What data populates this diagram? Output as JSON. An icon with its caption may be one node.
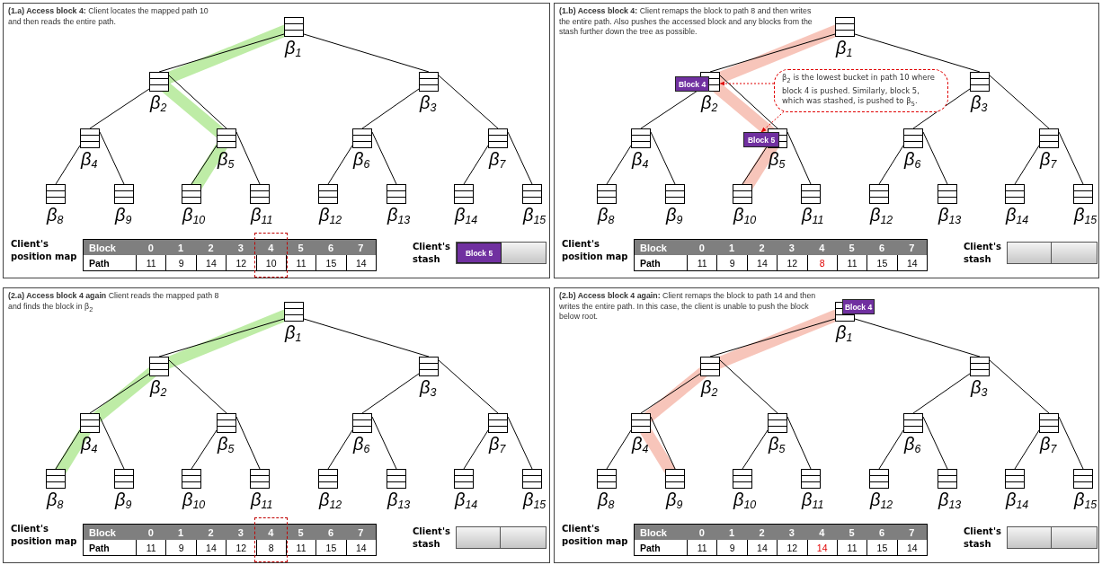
{
  "diagram": {
    "nodes": [
      {
        "text": [
          "**(1.a) Access block 4:** Client locates the mapped path 10 and then reads the entire path."
        ]
      },
      {
        "text": [],
        "shape": "box",
        "in": 0,
        "beside": [
          "β$_{1}$"
        ]
      },
      {
        "text": [],
        "shape": "box",
        "in": 0,
        "beside": [
          "β$_{2}$"
        ]
      },
      {
        "text": [],
        "shape": "box",
        "in": 0,
        "beside": [
          "β$_{3}$"
        ]
      },
      {
        "text": [],
        "shape": "box",
        "in": 0,
        "beside": [
          "β$_{4}$"
        ]
      },
      {
        "text": [],
        "shape": "box",
        "in": 0,
        "beside": [
          "β$_{5}$"
        ]
      },
      {
        "text": [],
        "shape": "box",
        "in": 0,
        "beside": [
          "β$_{6}$"
        ]
      },
      {
        "text": [],
        "shape": "box",
        "in": 0,
        "beside": [
          "β$_{7}$"
        ]
      },
      {
        "text": [],
        "shape": "box",
        "in": 0,
        "beside": [
          "β$_{8}$"
        ]
      },
      {
        "text": [],
        "shape": "box",
        "in": 0,
        "beside": [
          "β$_{9}$"
        ]
      },
      {
        "text": [],
        "shape": "box",
        "in": 0,
        "beside": [
          "β$_{10}$"
        ]
      },
      {
        "text": [],
        "shape": "box",
        "in": 0,
        "beside": [
          "β$_{11}$"
        ]
      },
      {
        "text": [],
        "shape": "box",
        "in": 0,
        "beside": [
          "β$_{12}$"
        ]
      },
      {
        "text": [],
        "shape": "box",
        "in": 0,
        "beside": [
          "β$_{13}$"
        ]
      },
      {
        "text": [],
        "shape": "box",
        "in": 0,
        "beside": [
          "β$_{14}$"
        ]
      },
      {
        "text": [],
        "shape": "box",
        "in": 0,
        "beside": [
          "β$_{15}$"
        ]
      },
      {
        "text": [
          "Block",
          "0",
          "1",
          "2",
          "3",
          "4",
          "5",
          "6",
          "7",
          "Path",
          "11",
          "9",
          "14",
          "12",
          "10",
          "11",
          "15",
          "14"
        ],
        "in": 0,
        "beside": [
          "Client's position map"
        ]
      },
      {
        "text": [],
        "shape": "box",
        "in": 0,
        "beside": [
          "Client's stash"
        ]
      },
      {
        "text": [
          "Block 5"
        ],
        "in": 17
      },
      {
        "text": [
          "**(1.b) Access block 4:** Client remaps the block to path 8 and then writes the entire path. Also pushes the accessed block and any blocks from the stash further down the tree as possible."
        ]
      },
      {
        "text": [],
        "shape": "box",
        "in": 19,
        "beside": [
          "β$_{1}$"
        ]
      },
      {
        "text": [],
        "shape": "box",
        "in": 19,
        "beside": [
          "β$_{2}$"
        ]
      },
      {
        "text": [],
        "shape": "box",
        "in": 19,
        "beside": [
          "β$_{3}$"
        ]
      },
      {
        "text": [],
        "shape": "box",
        "in": 19,
        "beside": [
          "β$_{4}$"
        ]
      },
      {
        "text": [],
        "shape": "box",
        "in": 19,
        "beside": [
          "β$_{5}$"
        ]
      },
      {
        "text": [],
        "shape": "box",
        "in": 19,
        "beside": [
          "β$_{6}$"
        ]
      },
      {
        "text": [],
        "shape": "box",
        "in": 19,
        "beside": [
          "β$_{7}$"
        ]
      },
      {
        "text": [],
        "shape": "box",
        "in": 19,
        "beside": [
          "β$_{8}$"
        ]
      },
      {
        "text": [],
        "shape": "box",
        "in": 19,
        "beside": [
          "β$_{9}$"
        ]
      },
      {
        "text": [],
        "shape": "box",
        "in": 19,
        "beside": [
          "β$_{10}$"
        ]
      },
      {
        "text": [],
        "shape": "box",
        "in": 19,
        "beside": [
          "β$_{11}$"
        ]
      },
      {
        "text": [],
        "shape": "box",
        "in": 19,
        "beside": [
          "β$_{12}$"
        ]
      },
      {
        "text": [],
        "shape": "box",
        "in": 19,
        "beside": [
          "β$_{13}$"
        ]
      },
      {
        "text": [],
        "shape": "box",
        "in": 19,
        "beside": [
          "β$_{14}$"
        ]
      },
      {
        "text": [],
        "shape": "box",
        "in": 19,
        "beside": [
          "β$_{15}$"
        ]
      },
      {
        "text": [
          "Block 4"
        ],
        "in": 19
      },
      {
        "text": [
          "Block 5"
        ],
        "in": 19
      },
      {
        "text": [
          "β$_{2}$ is the lowest bucket in path 10 where block 4 is pushed. Similarly, block 5, which was stashed, is pushed to β$_{5}$."
        ],
        "in": 19
      },
      {
        "text": [
          "Block",
          "0",
          "1",
          "2",
          "3",
          "4",
          "5",
          "6",
          "7",
          "Path",
          "11",
          "9",
          "14",
          "12",
          "8",
          "11",
          "15",
          "14"
        ],
        "in": 19,
        "beside": [
          "Client's position map"
        ]
      },
      {
        "text": [],
        "shape": "box",
        "in": 19,
        "beside": [
          "Client's stash"
        ]
      },
      {
        "text": [
          "**(2.a) Access block 4 again** Client reads the mapped path 8 and finds the block in β$_{2}$"
        ]
      },
      {
        "text": [],
        "shape": "box",
        "in": 40,
        "beside": [
          "β$_{1}$"
        ]
      },
      {
        "text": [],
        "shape": "box",
        "in": 40,
        "beside": [
          "β$_{2}$"
        ]
      },
      {
        "text": [],
        "shape": "box",
        "in": 40,
        "beside": [
          "β$_{3}$"
        ]
      },
      {
        "text": [],
        "shape": "box",
        "in": 40,
        "beside": [
          "β$_{4}$"
        ]
      },
      {
        "text": [],
        "shape": "box",
        "in": 40,
        "beside": [
          "β$_{5}$"
        ]
      },
      {
        "text": [],
        "shape": "box",
        "in": 40,
        "beside": [
          "β$_{6}$"
        ]
      },
      {
        "text": [],
        "shape": "box",
        "in": 40,
        "beside": [
          "β$_{7}$"
        ]
      },
      {
        "text": [],
        "shape": "box",
        "in": 40,
        "beside": [
          "β$_{8}$"
        ]
      },
      {
        "text": [],
        "shape": "box",
        "in": 40,
        "beside": [
          "β$_{9}$"
        ]
      },
      {
        "text": [],
        "shape": "box",
        "in": 40,
        "beside": [
          "β$_{10}$"
        ]
      },
      {
        "text": [],
        "shape": "box",
        "in": 40,
        "beside": [
          "β$_{11}$"
        ]
      },
      {
        "text": [],
        "shape": "box",
        "in": 40,
        "beside": [
          "β$_{12}$"
        ]
      },
      {
        "text": [],
        "shape": "box",
        "in": 40,
        "beside": [
          "β$_{13}$"
        ]
      },
      {
        "text": [],
        "shape": "box",
        "in": 40,
        "beside": [
          "β$_{14}$"
        ]
      },
      {
        "text": [],
        "shape": "box",
        "in": 40,
        "beside": [
          "β$_{15}$"
        ]
      },
      {
        "text": [
          "Block",
          "0",
          "1",
          "2",
          "3",
          "4",
          "5",
          "6",
          "7",
          "Path",
          "11",
          "9",
          "14",
          "12",
          "8",
          "11",
          "15",
          "14"
        ],
        "in": 40,
        "beside": [
          "Client's position map"
        ]
      },
      {
        "text": [],
        "shape": "box",
        "in": 40,
        "beside": [
          "Client's stash"
        ]
      },
      {
        "text": [
          "**(2.b) Access block 4 again:** Client remaps the block to path 14 and then writes the entire path. In this case, the client is unable to push the block below root."
        ]
      },
      {
        "text": [],
        "shape": "box",
        "in": 58,
        "beside": [
          "β$_{1}$"
        ]
      },
      {
        "text": [],
        "shape": "box",
        "in": 58,
        "beside": [
          "β$_{2}$"
        ]
      },
      {
        "text": [],
        "shape": "box",
        "in": 58,
        "beside": [
          "β$_{3}$"
        ]
      },
      {
        "text": [],
        "shape": "box",
        "in": 58,
        "beside": [
          "β$_{4}$"
        ]
      },
      {
        "text": [],
        "shape": "box",
        "in": 58,
        "beside": [
          "β$_{5}$"
        ]
      },
      {
        "text": [],
        "shape": "box",
        "in": 58,
        "beside": [
          "β$_{6}$"
        ]
      },
      {
        "text": [],
        "shape": "box",
        "in": 58,
        "beside": [
          "β$_{7}$"
        ]
      },
      {
        "text": [],
        "shape": "box",
        "in": 58,
        "beside": [
          "β$_{8}$"
        ]
      },
      {
        "text": [],
        "shape": "box",
        "in": 58,
        "beside": [
          "β$_{9}$"
        ]
      },
      {
        "text": [],
        "shape": "box",
        "in": 58,
        "beside": [
          "β$_{10}$"
        ]
      },
      {
        "text": [],
        "shape": "box",
        "in": 58,
        "beside": [
          "β$_{11}$"
        ]
      },
      {
        "text": [],
        "shape": "box",
        "in": 58,
        "beside": [
          "β$_{12}$"
        ]
      },
      {
        "text": [],
        "shape": "box",
        "in": 58,
        "beside": [
          "β$_{13}$"
        ]
      },
      {
        "text": [],
        "shape": "box",
        "in": 58,
        "beside": [
          "β$_{14}$"
        ]
      },
      {
        "text": [],
        "shape": "box",
        "in": 58,
        "beside": [
          "β$_{15}$"
        ]
      },
      {
        "text": [
          "Block 4"
        ],
        "in": 58
      },
      {
        "text": [
          "Block",
          "0",
          "1",
          "2",
          "3",
          "4",
          "5",
          "6",
          "7",
          "Path",
          "11",
          "9",
          "14",
          "12",
          "14",
          "11",
          "15",
          "14"
        ],
        "in": 58,
        "beside": [
          "Client's position map"
        ]
      },
      {
        "text": [],
        "shape": "box",
        "in": 58,
        "beside": [
          "Client's stash"
        ]
      }
    ],
    "edges": [
      {
        "from": 1,
        "to": 2,
        "arrow": "none",
        "style": "thick",
        "color": "#b7ea9c"
      },
      {
        "from": 1,
        "to": 3,
        "arrow": "none"
      },
      {
        "from": 2,
        "to": 4,
        "arrow": "none"
      },
      {
        "from": 2,
        "to": 5,
        "arrow": "none",
        "style": "thick",
        "color": "#b7ea9c"
      },
      {
        "from": 3,
        "to": 6,
        "arrow": "none"
      },
      {
        "from": 3,
        "to": 7,
        "arrow": "none"
      },
      {
        "from": 4,
        "to": 8,
        "arrow": "none"
      },
      {
        "from": 4,
        "to": 9,
        "arrow": "none"
      },
      {
        "from": 5,
        "to": 10,
        "arrow": "none",
        "style": "thick",
        "color": "#b7ea9c"
      },
      {
        "from": 5,
        "to": 11,
        "arrow": "none"
      },
      {
        "from": 6,
        "to": 12,
        "arrow": "none"
      },
      {
        "from": 6,
        "to": 13,
        "arrow": "none"
      },
      {
        "from": 7,
        "to": 14,
        "arrow": "none"
      },
      {
        "from": 7,
        "to": 15,
        "arrow": "none"
      },
      {
        "from": 20,
        "to": 21,
        "arrow": "none",
        "style": "thick",
        "color": "#f6bfb2"
      },
      {
        "from": 20,
        "to": 22,
        "arrow": "none"
      },
      {
        "from": 21,
        "to": 23,
        "arrow": "none"
      },
      {
        "from": 21,
        "to": 24,
        "arrow": "none",
        "style": "thick",
        "color": "#f6bfb2"
      },
      {
        "from": 22,
        "to": 25,
        "arrow": "none"
      },
      {
        "from": 22,
        "to": 26,
        "arrow": "none"
      },
      {
        "from": 23,
        "to": 27,
        "arrow": "none"
      },
      {
        "from": 23,
        "to": 28,
        "arrow": "none"
      },
      {
        "from": 24,
        "to": 29,
        "arrow": "none",
        "style": "thick",
        "color": "#f6bfb2"
      },
      {
        "from": 24,
        "to": 30,
        "arrow": "none"
      },
      {
        "from": 25,
        "to": 31,
        "arrow": "none"
      },
      {
        "from": 25,
        "to": 32,
        "arrow": "none"
      },
      {
        "from": 26,
        "to": 33,
        "arrow": "none"
      },
      {
        "from": 26,
        "to": 34,
        "arrow": "none"
      },
      {
        "from": 41,
        "to": 42,
        "arrow": "none",
        "style": "thick",
        "color": "#b7ea9c"
      },
      {
        "from": 41,
        "to": 43,
        "arrow": "none"
      },
      {
        "from": 42,
        "to": 44,
        "arrow": "none",
        "style": "thick",
        "color": "#b7ea9c"
      },
      {
        "from": 42,
        "to": 45,
        "arrow": "none"
      },
      {
        "from": 43,
        "to": 46,
        "arrow": "none"
      },
      {
        "from": 43,
        "to": 47,
        "arrow": "none"
      },
      {
        "from": 44,
        "to": 48,
        "arrow": "none",
        "style": "thick",
        "color": "#b7ea9c"
      },
      {
        "from": 44,
        "to": 49,
        "arrow": "none"
      },
      {
        "from": 45,
        "to": 50,
        "arrow": "none"
      },
      {
        "from": 45,
        "to": 51,
        "arrow": "none"
      },
      {
        "from": 46,
        "to": 52,
        "arrow": "none"
      },
      {
        "from": 46,
        "to": 53,
        "arrow": "none"
      },
      {
        "from": 47,
        "to": 54,
        "arrow": "none"
      },
      {
        "from": 47,
        "to": 55,
        "arrow": "none"
      },
      {
        "from": 59,
        "to": 60,
        "arrow": "none",
        "style": "thick",
        "color": "#f6bfb2"
      },
      {
        "from": 59,
        "to": 61,
        "arrow": "none"
      },
      {
        "from": 60,
        "to": 62,
        "arrow": "none",
        "style": "thick",
        "color": "#f6bfb2"
      },
      {
        "from": 60,
        "to": 63,
        "arrow": "none"
      },
      {
        "from": 61,
        "to": 64,
        "arrow": "none"
      },
      {
        "from": 61,
        "to": 65,
        "arrow": "none"
      },
      {
        "from": 62,
        "to": 66,
        "arrow": "none"
      },
      {
        "from": 62,
        "to": 67,
        "arrow": "none",
        "style": "thick",
        "color": "#f6bfb2"
      },
      {
        "from": 63,
        "to": 68,
        "arrow": "none"
      },
      {
        "from": 63,
        "to": 69,
        "arrow": "none"
      },
      {
        "from": 64,
        "to": 70,
        "arrow": "none"
      },
      {
        "from": 64,
        "to": 71,
        "arrow": "none"
      },
      {
        "from": 65,
        "to": 72,
        "arrow": "none"
      },
      {
        "from": 65,
        "to": 73,
        "arrow": "none"
      },
      {
        "from": 37,
        "to": 21,
        "arrow": "to",
        "style": "dashed",
        "color": "#e00000"
      },
      {
        "from": 37,
        "to": 36,
        "arrow": "to",
        "style": "dashed",
        "color": "#e00000"
      }
    ]
  }
}
